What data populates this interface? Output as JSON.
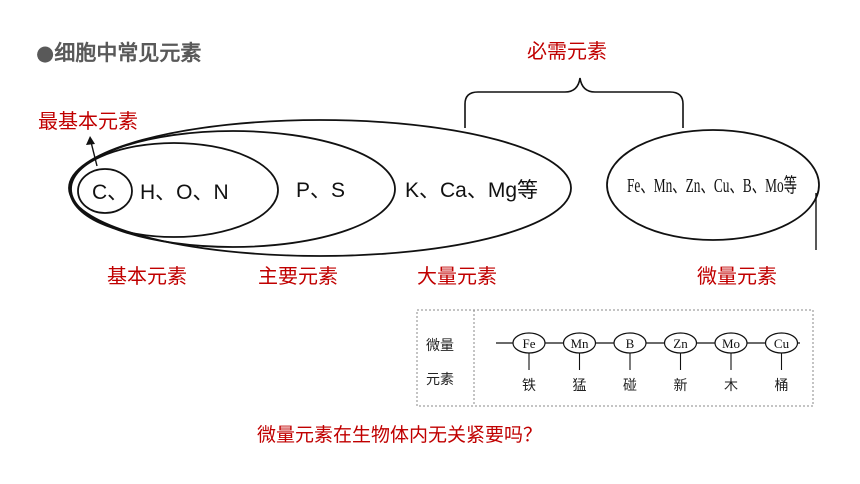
{
  "title": "●细胞中常见元素",
  "labels": {
    "essential": "必需元素",
    "most_basic": "最基本元素",
    "basic": "基本元素",
    "main": "主要元素",
    "macro": "大量元素",
    "micro": "微量元素"
  },
  "elements": {
    "c": "C、",
    "hon": "H、O、N",
    "ps": "P、S",
    "kcamg": "K、Ca、Mg等",
    "micro_list": "Fe、Mn、Zn、Cu、B、Mo等"
  },
  "table": {
    "header_line1": "微量",
    "header_line2": "元素",
    "items": [
      {
        "symbol": "Fe",
        "mnemonic": "铁"
      },
      {
        "symbol": "Mn",
        "mnemonic": "猛"
      },
      {
        "symbol": "B",
        "mnemonic": "碰"
      },
      {
        "symbol": "Zn",
        "mnemonic": "新"
      },
      {
        "symbol": "Mo",
        "mnemonic": "木"
      },
      {
        "symbol": "Cu",
        "mnemonic": "桶"
      }
    ]
  },
  "question": "微量元素在生物体内无关紧要吗？",
  "colors": {
    "accent_red": "#c00000",
    "title_gray": "#595959",
    "line_black": "#111111",
    "table_border": "#888888"
  }
}
